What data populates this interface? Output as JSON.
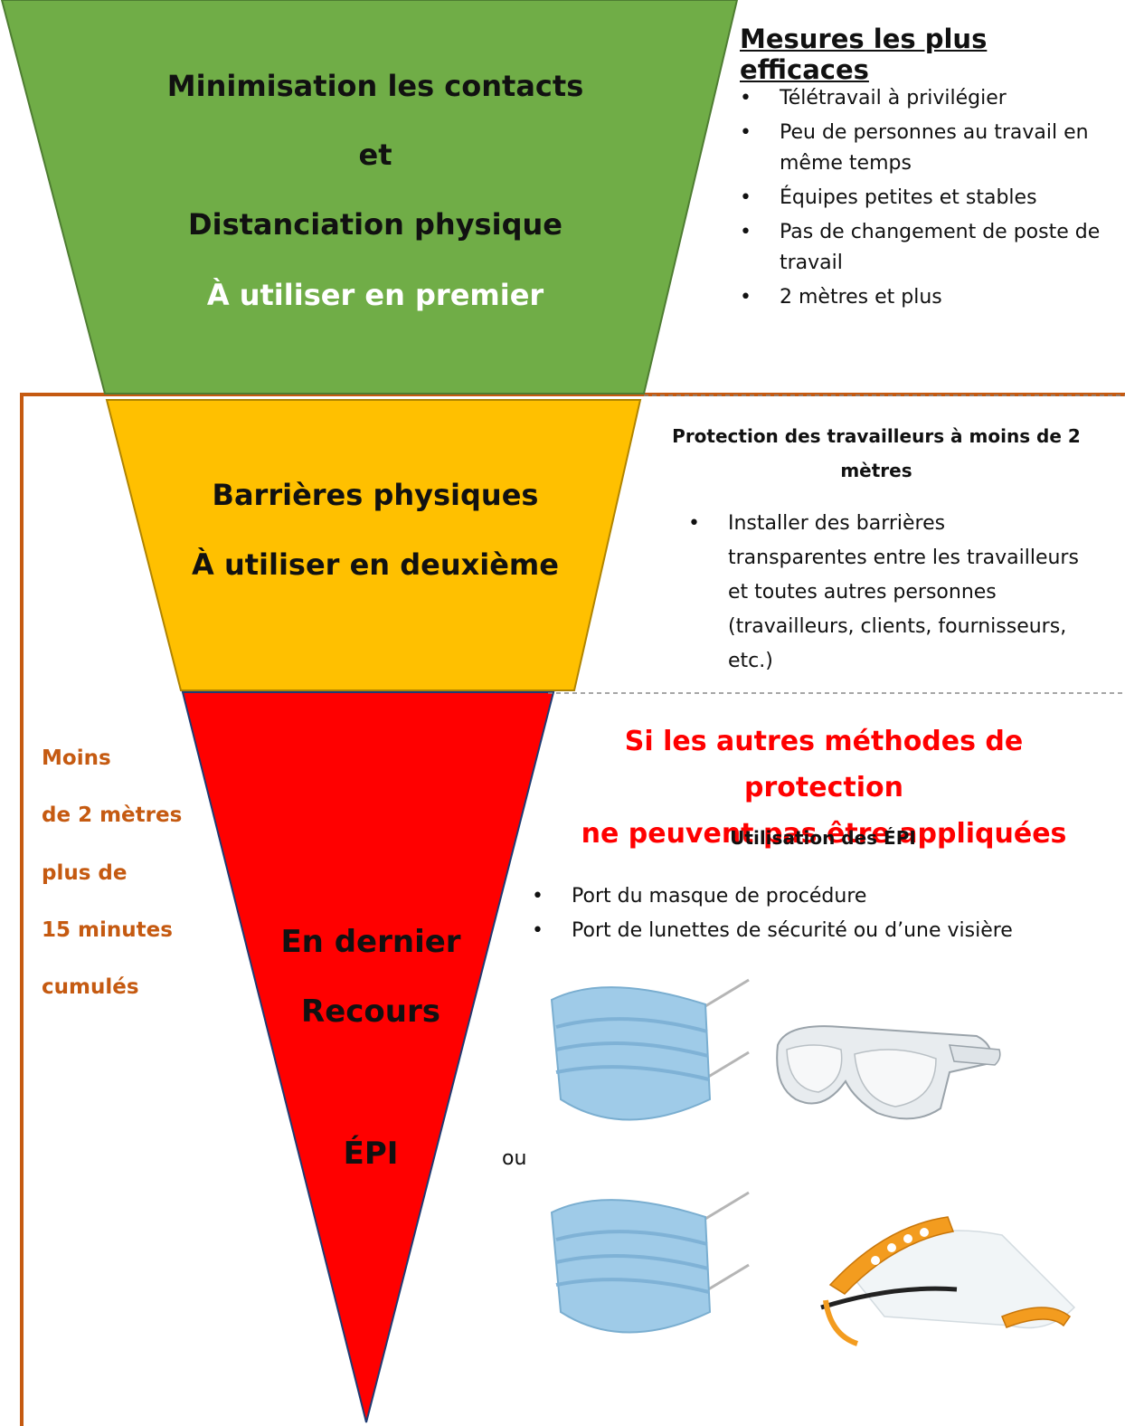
{
  "colors": {
    "green": "#70ad47",
    "yellow": "#ffc000",
    "red": "#ff0000",
    "orange_border": "#c55a11",
    "side_label": "#c55a11"
  },
  "green_section": {
    "line1": "Minimisation les contacts",
    "line2": "et",
    "line3": "Distanciation physique",
    "line4": "À utiliser en premier"
  },
  "yellow_section": {
    "line1": "Barrières physiques",
    "line2": "À utiliser en deuxième"
  },
  "red_section": {
    "line1": "En dernier",
    "line2": "Recours",
    "line3": "ÉPI"
  },
  "side_labels": [
    "Moins",
    "de 2 mètres",
    "plus de",
    "15 minutes",
    "cumulés"
  ],
  "effective_measures": {
    "title": "Mesures les plus efficaces",
    "items": [
      "Télétravail à privilégier",
      "Peu de personnes au travail en",
      "même temps",
      "Équipes petites et stables",
      "Pas de changement de poste de",
      "travail",
      "2 mètres et plus"
    ]
  },
  "barrier_protection": {
    "title_line1": "Protection des travailleurs à moins de 2",
    "title_line2": "mètres",
    "item_lines": [
      "Installer des barrières",
      "transparentes entre les travailleurs",
      "et toutes autres personnes",
      "(travailleurs, clients, fournisseurs,",
      "etc.)"
    ]
  },
  "ppe": {
    "headline_line1": "Si les autres méthodes de protection",
    "headline_line2": "ne peuvent pas être appliquées",
    "subtitle": "Utilisation des ÉPI",
    "items": [
      "Port du masque de procédure",
      "Port de lunettes de sécurité ou d’une visière"
    ],
    "or_label": "ou",
    "images": [
      "surgical-mask",
      "safety-glasses",
      "surgical-mask",
      "face-shield"
    ]
  }
}
